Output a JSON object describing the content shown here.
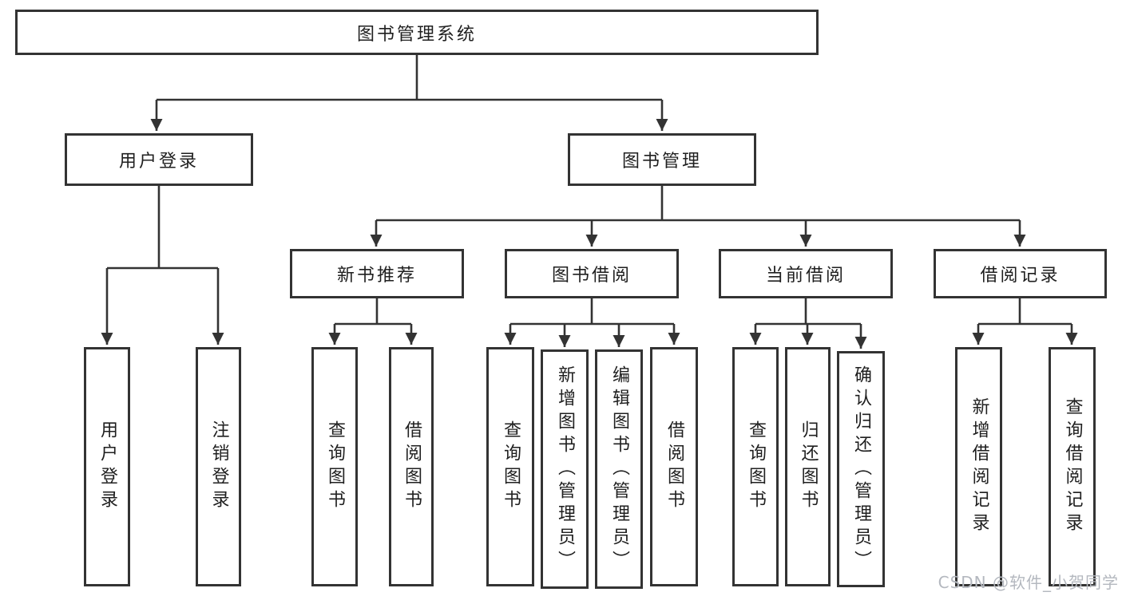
{
  "diagram": {
    "type": "hierarchy-tree",
    "root": "图书管理系统",
    "level2": {
      "user_login": "用户登录",
      "book_management": "图书管理"
    },
    "user_login_children": {
      "login": "用户登录",
      "logout": "注销登录"
    },
    "book_management_children": {
      "new_book_recommend": "新书推荐",
      "book_borrowing": "图书借阅",
      "current_borrowing": "当前借阅",
      "borrowing_records": "借阅记录"
    },
    "new_book_recommend_children": {
      "query_books": "查询图书",
      "borrow_books": "借阅图书"
    },
    "book_borrowing_children": {
      "query_books": "查询图书",
      "add_books": "新增图书（管理员）",
      "edit_books": "编辑图书（管理员）",
      "borrow_books": "借阅图书"
    },
    "current_borrowing_children": {
      "query_books": "查询图书",
      "return_books": "归还图书",
      "confirm_return": "确认归还（管理员）"
    },
    "borrowing_records_children": {
      "add_record": "新增借阅记录",
      "query_record": "查询借阅记录"
    }
  },
  "watermark": "CSDN @软件_小贺同学",
  "colors": {
    "line": "#333333",
    "box_border": "#333333",
    "box_fill": "#ffffff",
    "text": "#1f1f1f",
    "watermark": "#b4b8bf"
  }
}
